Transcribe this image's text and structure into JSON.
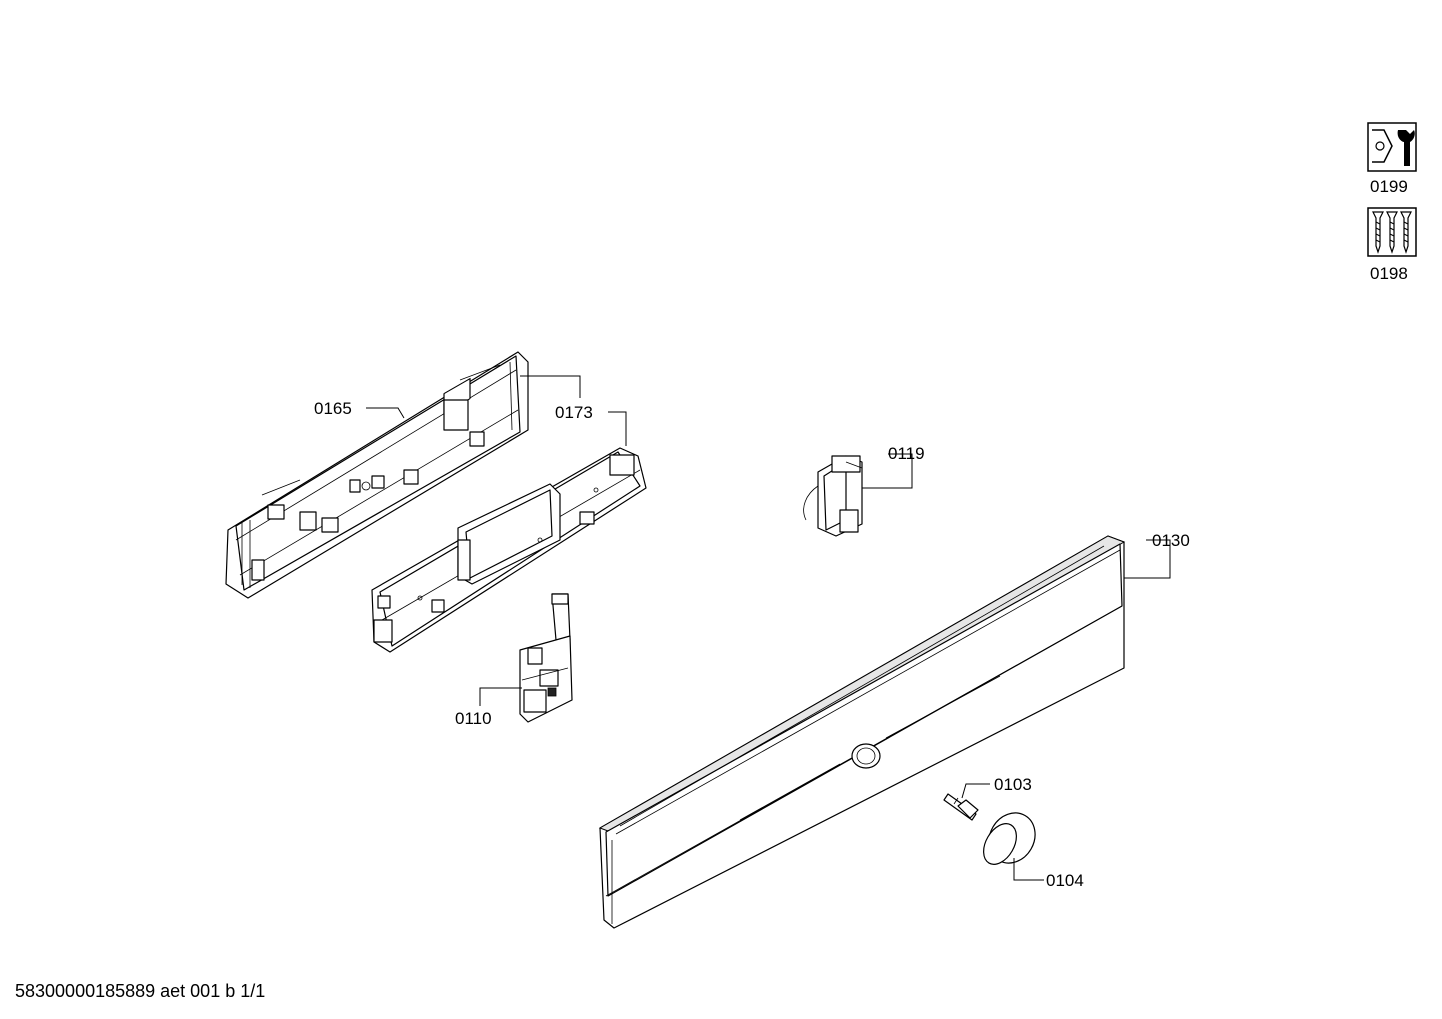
{
  "part_labels": {
    "p0165": "0165",
    "p0173": "0173",
    "p0119": "0119",
    "p0130": "0130",
    "p0110": "0110",
    "p0103": "0103",
    "p0104": "0104"
  },
  "side_icons": {
    "service_label": "0199",
    "service_icon": "wrench-nut-icon",
    "screws_label": "0198",
    "screws_icon": "screws-icon"
  },
  "footer": {
    "document_id": "58300000185889 aet 001 b 1/1"
  }
}
